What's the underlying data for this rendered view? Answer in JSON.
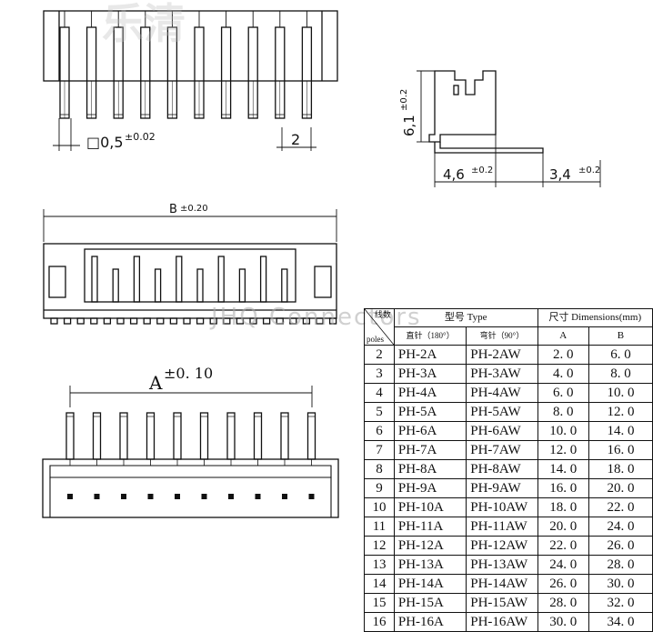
{
  "watermark": {
    "logo_text": "乐清",
    "brand_text": "JHQ Connectors"
  },
  "dimensions": {
    "pin_size": "□0,5",
    "pin_size_tol": "±0.02",
    "pitch": "2",
    "height": "6,1",
    "height_tol": "±0.2",
    "depth_front": "4,6",
    "depth_front_tol": "±0.2",
    "depth_back": "3,4",
    "depth_back_tol": "±0.2",
    "body_length": "B",
    "body_length_tol": "±0.20",
    "pin_span": "A",
    "pin_span_tol": "±0. 10"
  },
  "table": {
    "corner_top": "线数",
    "corner_bottom": "poles",
    "model_header": "型号 Type",
    "size_header": "尺寸 Dimensions(mm)",
    "straight_header": "直针（180°）",
    "right_angle_header": "弯针（90°）",
    "col_a": "A",
    "col_b": "B",
    "rows": [
      {
        "poles": "2",
        "straight": "PH-2A",
        "right": "PH-2AW",
        "a": "2. 0",
        "b": "6. 0"
      },
      {
        "poles": "3",
        "straight": "PH-3A",
        "right": "PH-3AW",
        "a": "4. 0",
        "b": "8. 0"
      },
      {
        "poles": "4",
        "straight": "PH-4A",
        "right": "PH-4AW",
        "a": "6. 0",
        "b": "10. 0"
      },
      {
        "poles": "5",
        "straight": "PH-5A",
        "right": "PH-5AW",
        "a": "8. 0",
        "b": "12. 0"
      },
      {
        "poles": "6",
        "straight": "PH-6A",
        "right": "PH-6AW",
        "a": "10. 0",
        "b": "14. 0"
      },
      {
        "poles": "7",
        "straight": "PH-7A",
        "right": "PH-7AW",
        "a": "12. 0",
        "b": "16. 0"
      },
      {
        "poles": "8",
        "straight": "PH-8A",
        "right": "PH-8AW",
        "a": "14. 0",
        "b": "18. 0"
      },
      {
        "poles": "9",
        "straight": "PH-9A",
        "right": "PH-9AW",
        "a": "16. 0",
        "b": "20. 0"
      },
      {
        "poles": "10",
        "straight": "PH-10A",
        "right": "PH-10AW",
        "a": "18. 0",
        "b": "22. 0"
      },
      {
        "poles": "11",
        "straight": "PH-11A",
        "right": "PH-11AW",
        "a": "20. 0",
        "b": "24. 0"
      },
      {
        "poles": "12",
        "straight": "PH-12A",
        "right": "PH-12AW",
        "a": "22. 0",
        "b": "26. 0"
      },
      {
        "poles": "13",
        "straight": "PH-13A",
        "right": "PH-13AW",
        "a": "24. 0",
        "b": "28. 0"
      },
      {
        "poles": "14",
        "straight": "PH-14A",
        "right": "PH-14AW",
        "a": "26. 0",
        "b": "30. 0"
      },
      {
        "poles": "15",
        "straight": "PH-15A",
        "right": "PH-15AW",
        "a": "28. 0",
        "b": "32. 0"
      },
      {
        "poles": "16",
        "straight": "PH-16A",
        "right": "PH-16AW",
        "a": "30. 0",
        "b": "34. 0"
      }
    ]
  },
  "colors": {
    "line": "#111111",
    "watermark": "#aaaaaa"
  }
}
